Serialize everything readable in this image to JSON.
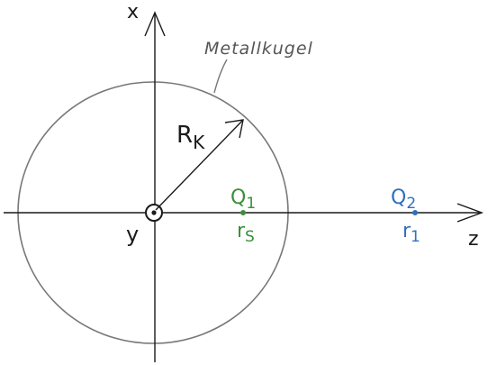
{
  "colors": {
    "ink": "#1a1a1a",
    "sphere": "#777777",
    "green": "#3a8f3a",
    "blue": "#2f6fbf"
  },
  "labels": {
    "x_axis": "x",
    "z_axis": "z",
    "y_axis": "y",
    "sphere": "Metallkugel",
    "radius": "R",
    "radius_sub": "K",
    "q1": "Q",
    "q1_sub": "1",
    "rs": "r",
    "rs_sub": "S",
    "q2": "Q",
    "q2_sub": "2",
    "r1": "r",
    "r1_sub": "1"
  }
}
